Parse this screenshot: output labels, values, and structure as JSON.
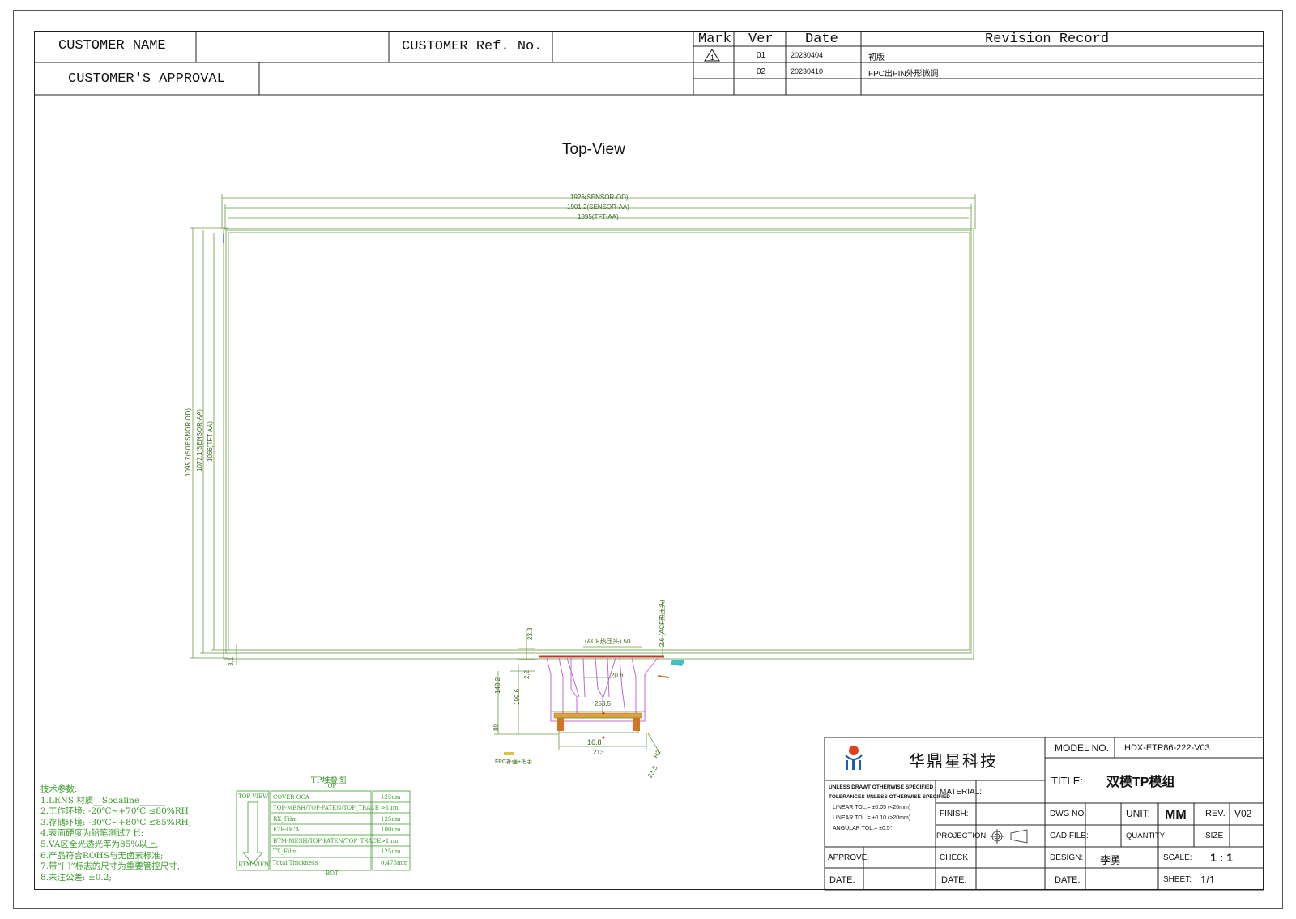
{
  "header": {
    "customer_name": "CUSTOMER NAME",
    "customer_ref": "CUSTOMER Ref. No.",
    "customer_approval": "CUSTOMER'S APPROVAL"
  },
  "revision_table": {
    "col_mark": "Mark",
    "col_ver": "Ver",
    "col_date": "Date",
    "col_record": "Revision Record",
    "rows": [
      {
        "ver": "01",
        "date": "20230404",
        "record": "初版"
      },
      {
        "ver": "02",
        "date": "20230410",
        "record": "FPC出PIN外形微调"
      }
    ]
  },
  "drawing": {
    "view_title": "Top-View",
    "dim_sensor_od_w": "1926(SENSOR-OD)",
    "dim_sensor_aa_w": "1901.2(SENSOR-AA)",
    "dim_tft_aa_w": "1895(TFT-AA)",
    "dim_sensor_od_h": "1095.7(SOESNOR OD)",
    "dim_sensor_aa_h": "1072.1(SENSOR-AA)",
    "dim_tft_aa_h": "1066(TFT AA)",
    "dim_bottom_margin": "3.1",
    "fpc": {
      "acf_label": "(ACF热压头) 50",
      "acf_side": "2.6 (ACF热压头)",
      "d_23_3": "23.3",
      "d_2_2": "2.2",
      "d_148_2": "148.2",
      "d_199_6": "199.6",
      "d_80": "80",
      "d_20_6": "20.6",
      "d_253_5": "253.5",
      "d_213": "213",
      "d_r2": "R2",
      "d_23_5": "23.5",
      "d_center": "16.8",
      "fpc_note": "FPC补强+把手"
    }
  },
  "notes": {
    "title": "技术参数:",
    "items": [
      "1.LENS 材质__Sodaline______",
      "2.工作环境: -20℃~+70℃ ≤80%RH;",
      "3.存储环境: -30℃~+80℃ ≤85%RH;",
      "4.表面硬度为铅笔测试7 H;",
      "5.VA区全光透光率为85%以上;",
      "6.产品符合ROHS与无卤素标准;",
      "7.带“[ ]”标志的尺寸为重要管控尺寸;",
      "8.未注公差: ±0.2;"
    ]
  },
  "stack": {
    "title": "TP堆叠图",
    "top": "TOP",
    "bot": "BOT",
    "top_view": "TOP VIEW",
    "btm_view": "BTM VIEW",
    "layers": [
      {
        "name": "COVER-OCA",
        "value": "125um"
      },
      {
        "name": "TOP-MESH/TOP-PATEN/TOP_TRACE",
        "value": ">1um"
      },
      {
        "name": "RX_Film",
        "value": "125um"
      },
      {
        "name": "F2F-OCA",
        "value": "100um"
      },
      {
        "name": "BTM-MESH/TOP-PATEN/TOP_TRACE",
        "value": ">1um"
      },
      {
        "name": "TX_Film",
        "value": "125um"
      },
      {
        "name": "Total Thickness",
        "value": "0.475mm"
      }
    ]
  },
  "title_block": {
    "company": "华鼎星科技",
    "model_no_label": "MODEL NO.",
    "model_no": "HDX-ETP86-222-V03",
    "title_label": "TITLE:",
    "title": "双模TP模组",
    "unless": "UNLESS DRAWT OTHERWISE SPECIFIED",
    "tolerances": "TOLERANCES UNLESS OTHERWISE SPECIFIED",
    "linear1": "LINEAR TOL.= ±0.05 (<20mm)",
    "linear2": "LINEAR TOL.= ±0.10 (>20mm)",
    "angular": "ANGULAR TOL.= ±0.5°",
    "material": "MATERIAL:",
    "finish": "FINISH:",
    "projection": "PROJECTION:",
    "dwg_no": "DWG NO.",
    "unit_label": "UNIT:",
    "unit": "MM",
    "rev_label": "REV.",
    "rev": "V02",
    "cad_file": "CAD FILE:",
    "quantity": "QUANTITY",
    "size": "SIZE",
    "approve": "APPROVE:",
    "check": "CHECK",
    "design": "DESIGN:",
    "designer": "李勇",
    "scale_label": "SCALE:",
    "scale": "1 : 1",
    "date1": "DATE:",
    "date2": "DATE:",
    "date3": "DATE:",
    "sheet_label": "SHEET:",
    "sheet": "1/1"
  }
}
